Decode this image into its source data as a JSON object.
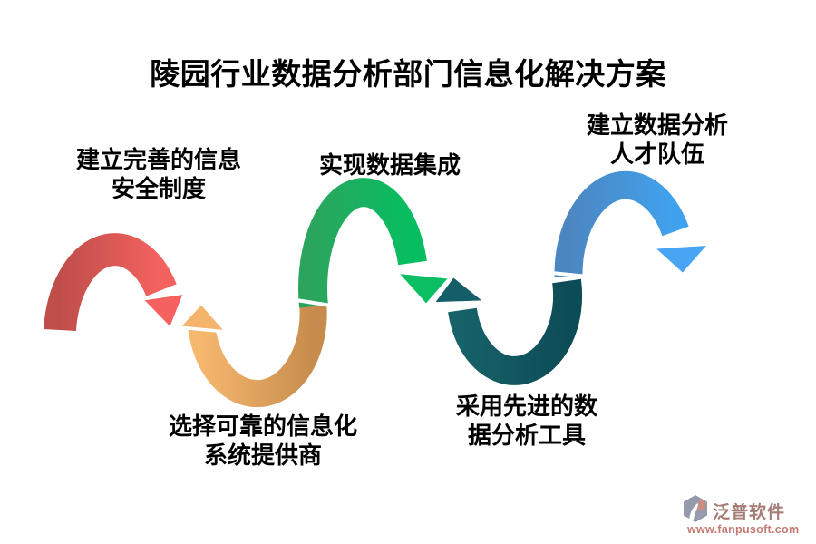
{
  "title": "陵园行业数据分析部门信息化解决方案",
  "steps": [
    {
      "name": "information-security-system",
      "lines": [
        "建立完善的信息",
        "安全制度"
      ],
      "arrow": {
        "direction": "arch-up",
        "gradient": [
          "#BF4E4B",
          "#F4625F"
        ],
        "head": "#F4615E"
      }
    },
    {
      "name": "reliable-it-vendor",
      "lines": [
        "选择可靠的信息化",
        "系统提供商"
      ],
      "arrow": {
        "direction": "arch-down",
        "gradient": [
          "#F6B76F",
          "#C78C4D"
        ],
        "head": "#F5B46B"
      }
    },
    {
      "name": "data-integration",
      "lines": [
        "实现数据集成"
      ],
      "arrow": {
        "direction": "arch-up",
        "gradient": [
          "#2BA55E",
          "#06BE61"
        ],
        "head": "#0ABF63"
      }
    },
    {
      "name": "advanced-analysis-tools",
      "lines": [
        "采用先进的数",
        "据分析工具"
      ],
      "arrow": {
        "direction": "arch-down",
        "gradient": [
          "#176169",
          "#0C4C56"
        ],
        "head": "#135E68"
      }
    },
    {
      "name": "analytics-talent-team",
      "lines": [
        "建立数据分析",
        "人才队伍"
      ],
      "arrow": {
        "direction": "arch-up",
        "gradient": [
          "#4C86C1",
          "#40A2EE"
        ],
        "head": "#48A5F3"
      }
    }
  ],
  "watermark": {
    "brand": "泛普软件",
    "url": "www.fanpusoft.com",
    "brand_color": "#9E726B",
    "url_color": "#C0706A",
    "icon_gray": "#8A93A6",
    "icon_red": "#C5857A"
  }
}
